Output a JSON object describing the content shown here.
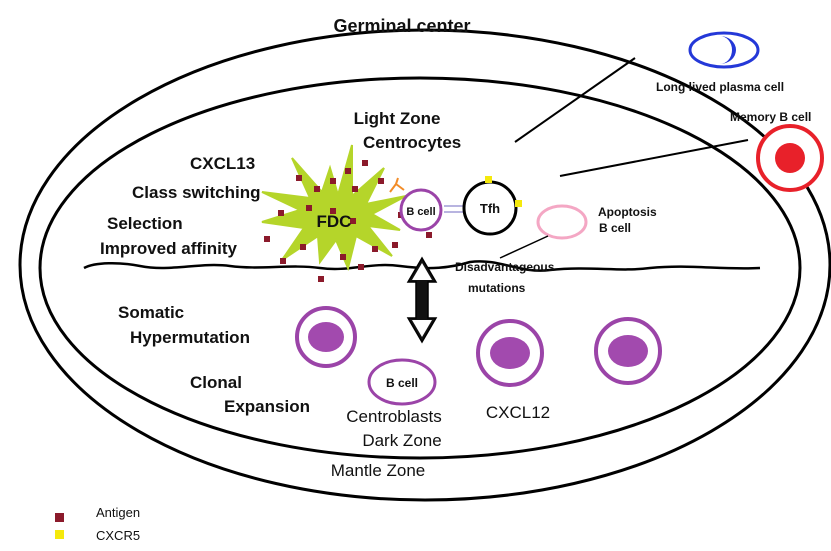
{
  "labels": {
    "title": "Germinal center",
    "light_zone": "Light Zone",
    "centrocytes": "Centrocytes",
    "cxcl13": "CXCL13",
    "class_switching": "Class switching",
    "selection": "Selection",
    "improved_affinity": "Improved affinity",
    "fdc": "FDC",
    "b_cell_light": "B cell",
    "tfh": "Tfh",
    "apoptosis": "Apoptosis",
    "apoptosis_b_cell": "B cell",
    "disadvantageous": "Disadvantageous",
    "mutations": "mutations",
    "long_lived_plasma_cell": "Long lived plasma cell",
    "memory_b_cell": "Memory B cell",
    "somatic": "Somatic",
    "hypermutation": "Hypermutation",
    "clonal": "Clonal",
    "expansion": "Expansion",
    "b_cell_dark": "B cell",
    "centroblasts": "Centroblasts",
    "dark_zone": "Dark Zone",
    "cxcl12": "CXCL12",
    "mantle_zone": "Mantle Zone"
  },
  "legend": [
    {
      "label": "Antigen",
      "color": "#8b1a2b"
    },
    {
      "label": "CXCR5",
      "color": "#f5e90c"
    }
  ],
  "colors": {
    "fdc": "#b5d52a",
    "antigen": "#8b1a2b",
    "cxcr5": "#f5e90c",
    "b_cell_ring": "#9b44a8",
    "centroblast_fill": "#a24aae",
    "plasma_cell": "#2438d8",
    "memory_cell": "#e8212a",
    "apoptosis_ring": "#f4a7c4",
    "receptor": "#f28c28"
  }
}
